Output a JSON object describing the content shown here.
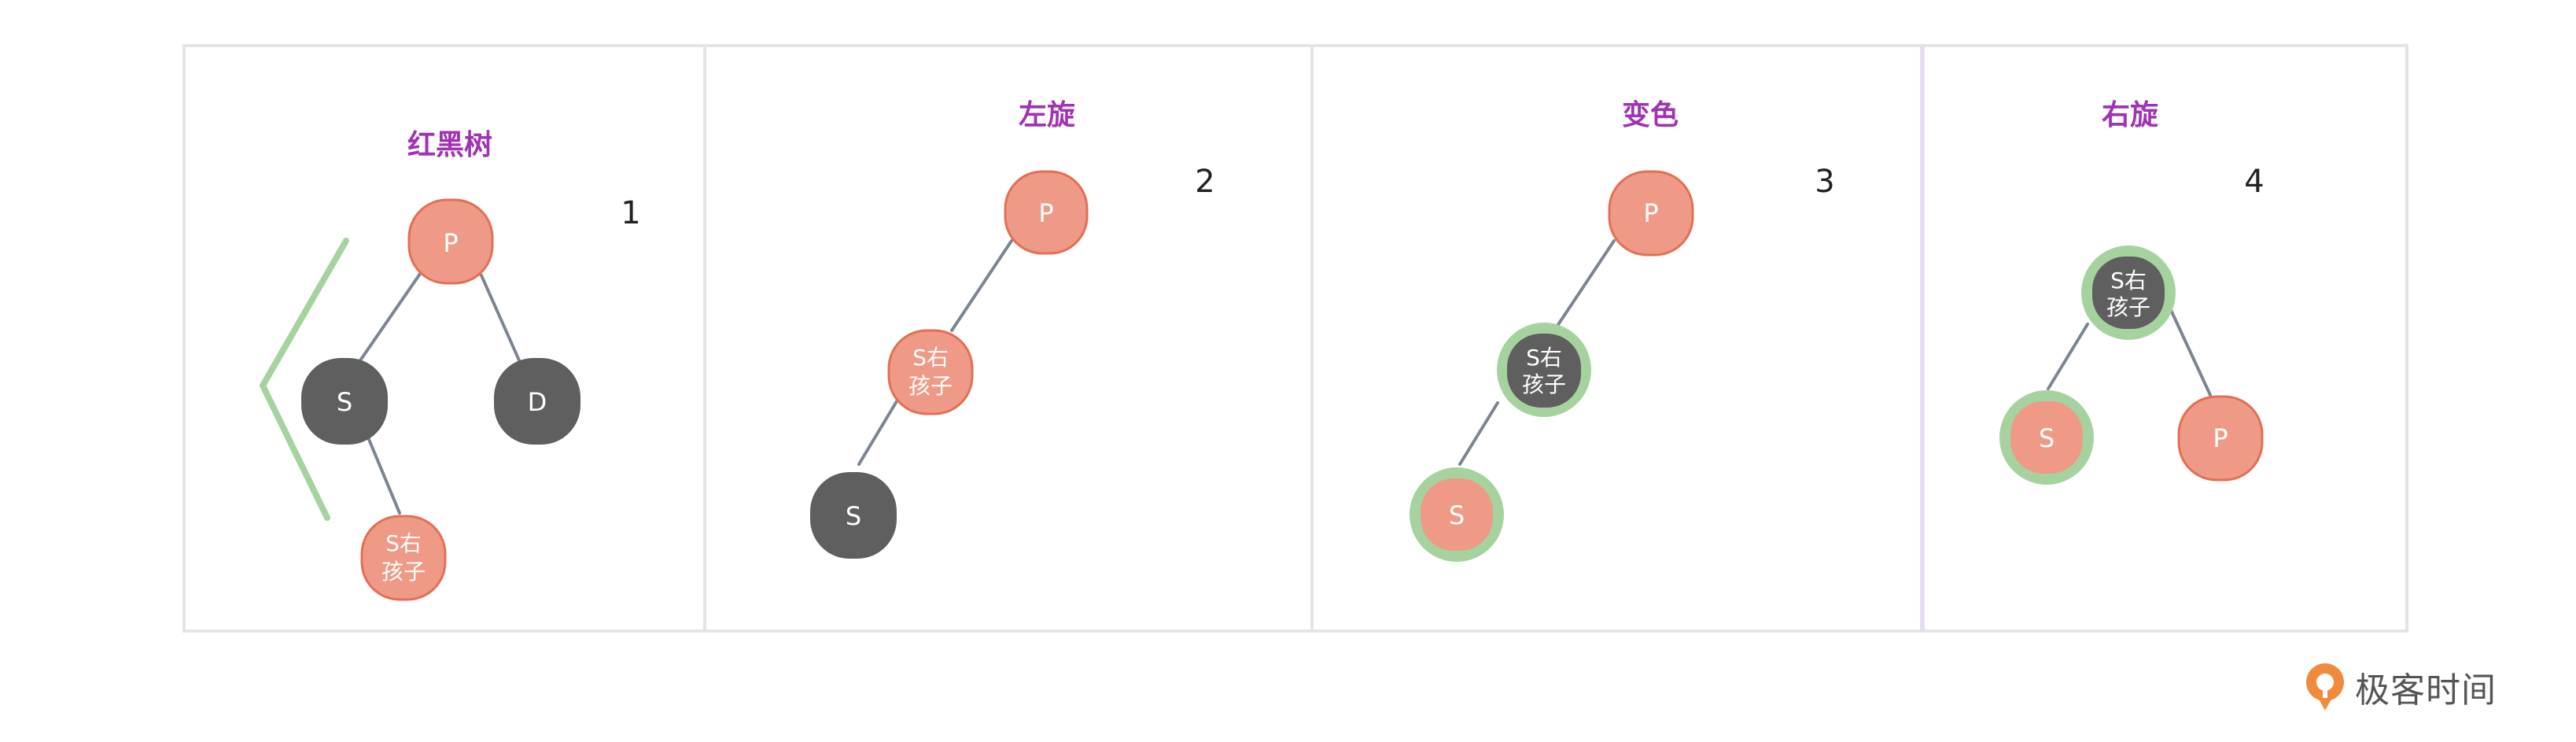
{
  "panels": [
    {
      "title": "红黑树",
      "number": "1"
    },
    {
      "title": "左旋",
      "number": "2"
    },
    {
      "title": "变色",
      "number": "3"
    },
    {
      "title": "右旋",
      "number": "4"
    }
  ],
  "nodes": {
    "p": "P",
    "s": "S",
    "d": "D",
    "s_right_child_line1": "S右",
    "s_right_child_line2": "孩子"
  },
  "colors": {
    "red_node": "#EE9A86",
    "red_node_border": "#E36F56",
    "black_node": "#5F5F5F",
    "highlight": "#A6D2A0",
    "title": "#A033B3",
    "edge": "#7C8592",
    "panel_border": "#E4E4E4"
  },
  "brand": {
    "text": "极客时间",
    "icon": "geektime-logo-icon"
  }
}
